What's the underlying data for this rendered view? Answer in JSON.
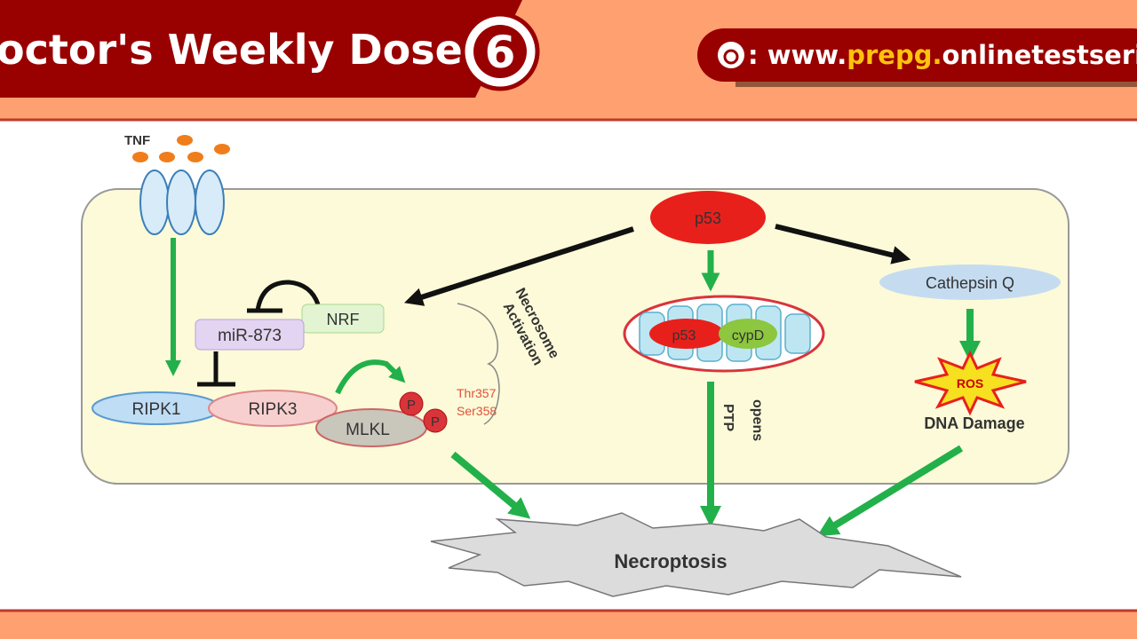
{
  "header": {
    "title": "octor's Weekly Dose",
    "badge_number": "6",
    "url_prefix": ": www.",
    "url_highlight": "prepg.",
    "url_suffix": "onlinetestserie"
  },
  "diagram": {
    "tnf": "TNF",
    "p53": "p53",
    "nrf": "NRF",
    "mir": "miR-873",
    "ripk1": "RIPK1",
    "ripk3": "RIPK3",
    "mlkl": "MLKL",
    "p": "P",
    "thr": "Thr357",
    "ser": "Ser358",
    "necrosome_1": "Necrosome",
    "necrosome_2": "Activation",
    "p53_mito": "p53",
    "cypd": "cypD",
    "ptp": "PTP",
    "opens": "opens",
    "cathepsin": "Cathepsin Q",
    "ros": "ROS",
    "dna": "DNA Damage",
    "necroptosis": "Necroptosis"
  },
  "colors": {
    "banner": "#990000",
    "peach": "#FFA070",
    "green": "#22B04A",
    "cell": "#FCFAD8"
  }
}
